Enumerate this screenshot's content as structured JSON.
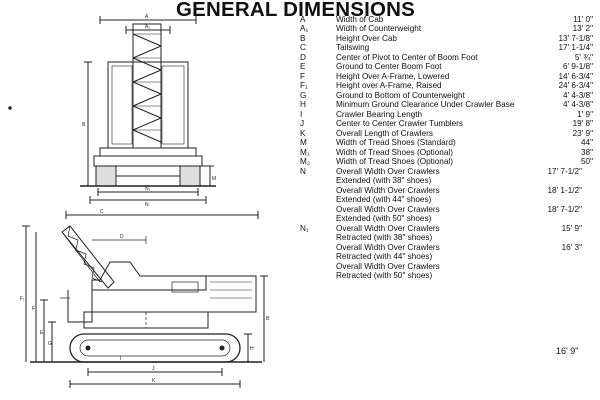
{
  "title": "GENERAL DIMENSIONS",
  "dims": [
    {
      "sym": "A",
      "desc": "Width of Cab",
      "val": "11' 0\""
    },
    {
      "sym": "A₁",
      "desc": "Width of Counterweight",
      "val": "13' 2\""
    },
    {
      "sym": "B",
      "desc": "Height Over Cab",
      "val": "13' 7-1/8\""
    },
    {
      "sym": "C",
      "desc": "Tailswing",
      "val": "17' 1-1/4\""
    },
    {
      "sym": "D",
      "desc": "Center of Pivot to Center of Boom Foot",
      "val": "5' ¾\""
    },
    {
      "sym": "E",
      "desc": "Ground to Center Boom Foot",
      "val": "6' 9-1/8\""
    },
    {
      "sym": "F",
      "desc": "Height Over A-Frame, Lowered",
      "val": "14' 6-3/4\""
    },
    {
      "sym": "F₁",
      "desc": "Height over A-Frame, Raised",
      "val": "24' 6-3/4\""
    },
    {
      "sym": "G",
      "desc": "Ground to Bottom of Counterweight",
      "val": "4' 4-3/8\""
    },
    {
      "sym": "H",
      "desc": "Minimum Ground Clearance Under Crawler Base",
      "val": "4' 4-3/8\""
    },
    {
      "sym": "I",
      "desc": "Crawler Bearing Length",
      "val": "1' 9\""
    },
    {
      "sym": "J",
      "desc": "Center to Center Crawler Tumblers",
      "val": "19' 8\""
    },
    {
      "sym": "K",
      "desc": "Overall Length of Crawlers",
      "val": "23' 9\""
    },
    {
      "sym": "M",
      "desc": "Width of Tread Shoes (Standard)",
      "val": "44\""
    },
    {
      "sym": "M₁",
      "desc": "Width of Tread Shoes (Optional)",
      "val": "38\""
    },
    {
      "sym": "M₂",
      "desc": "Width of Tread Shoes (Optional)",
      "val": "50\""
    }
  ],
  "widths": [
    {
      "sym": "N",
      "lines": [
        "Overall Width Over Crawlers",
        "Extended (with 38\" shoes)"
      ],
      "val": "17' 7-1/2\""
    },
    {
      "sym": "",
      "lines": [
        "Overall Width Over Crawlers",
        "Extended (with 44\" shoes)"
      ],
      "val": "18' 1-1/2\""
    },
    {
      "sym": "",
      "lines": [
        "Overall Width Over Crawlers",
        "Extended (with 50\" shoes)"
      ],
      "val": "18' 7-1/2\""
    },
    {
      "sym": "N₁",
      "lines": [
        "Overall Width Over Crawlers",
        "Retracted (with 38\" shoes)"
      ],
      "val": "15' 9\""
    },
    {
      "sym": "",
      "lines": [
        "Overall Width Over Crawlers",
        "Retracted (with 44\" shoes)"
      ],
      "val": "16' 3\""
    },
    {
      "sym": "",
      "lines": [
        "Overall Width Over Crawlers",
        "Retracted (with 50\" shoes)"
      ],
      "val": ""
    }
  ],
  "last_value": "16' 9\"",
  "drawing_labels": {
    "a": "A",
    "a1": "A₁",
    "b": "B",
    "c": "C",
    "d": "D",
    "e": "E",
    "f": "F",
    "f1": "F₁",
    "g": "G",
    "h": "H",
    "i": "I",
    "j": "J",
    "k": "K",
    "m": "M",
    "n": "N",
    "n1": "N₁"
  }
}
